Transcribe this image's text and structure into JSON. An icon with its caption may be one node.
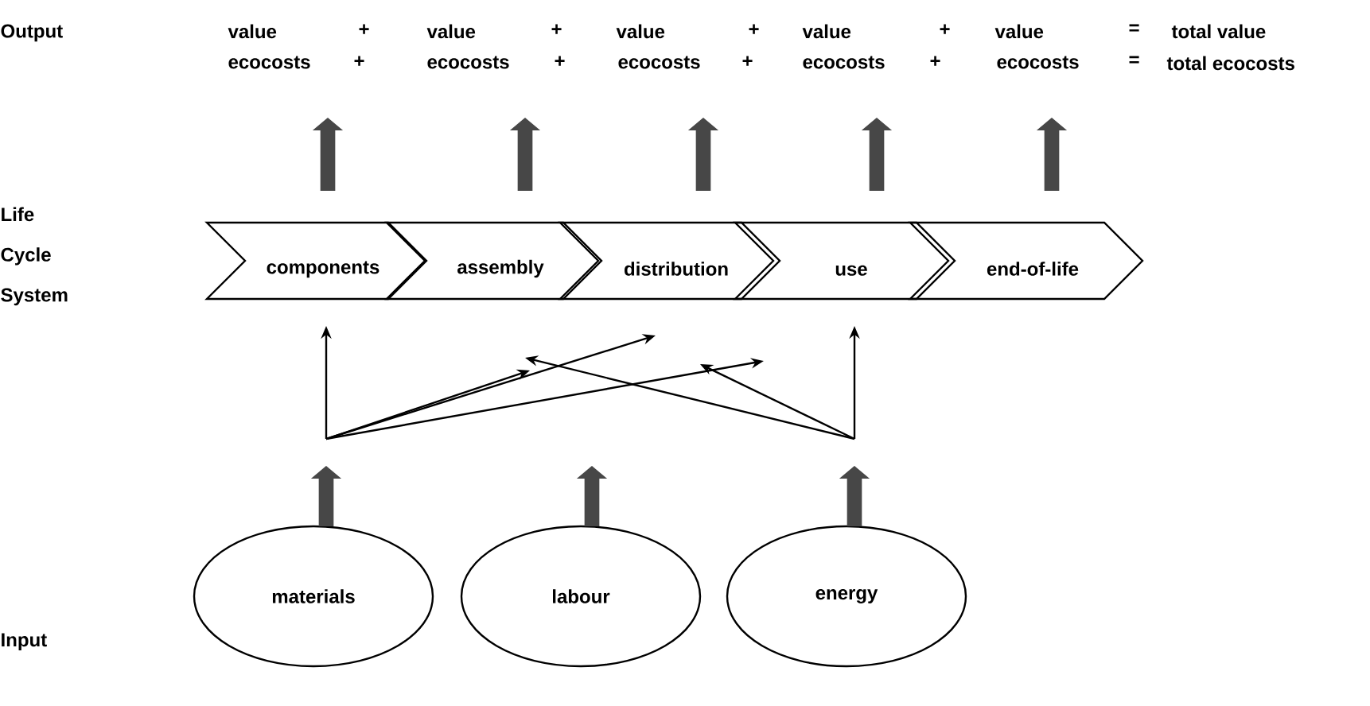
{
  "diagram": {
    "nodes": [
      {
        "text": [
          "components"
        ]
      },
      {
        "text": [
          "assembly"
        ]
      },
      {
        "text": [
          "distribution"
        ]
      },
      {
        "text": [
          "use"
        ]
      },
      {
        "text": [
          "end-of-life"
        ]
      },
      {
        "text": [
          "materials"
        ]
      },
      {
        "text": [
          "labour"
        ]
      },
      {
        "text": [
          "energy"
        ]
      }
    ],
    "edges": [
      {
        "from": 5,
        "to": null,
        "arrow": "to",
        "style": "thick"
      },
      {
        "from": 6,
        "to": null,
        "arrow": "to",
        "style": "thick"
      },
      {
        "from": 7,
        "to": null,
        "arrow": "to",
        "style": "thick"
      },
      {
        "from": 5,
        "to": 0,
        "arrow": "to"
      },
      {
        "from": 5,
        "to": 1,
        "arrow": "to"
      },
      {
        "from": 5,
        "to": 2,
        "arrow": "to"
      },
      {
        "from": 5,
        "to": 3,
        "arrow": "to"
      },
      {
        "from": 7,
        "to": 3,
        "arrow": "to"
      },
      {
        "from": 7,
        "to": 1,
        "arrow": "to"
      },
      {
        "from": 7,
        "to": 2,
        "arrow": "to"
      }
    ],
    "labels": [
      "Output",
      "value",
      "+",
      "value",
      "+",
      "value",
      "+",
      "value",
      "+",
      "value",
      "=",
      "total value",
      "ecocosts",
      "+",
      "ecocosts",
      "+",
      "ecocosts",
      "+",
      "ecocosts",
      "+",
      "ecocosts",
      "=",
      "total ecocosts",
      "Life Cycle System",
      "Input"
    ]
  }
}
